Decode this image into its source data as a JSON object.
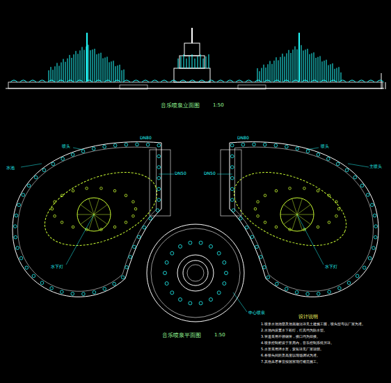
{
  "diagram": {
    "labels": [
      "音乐喷泉立面图",
      "1:50",
      "音乐喷泉平面图",
      "1:50",
      "设计说明",
      "1.喷泉水池池壁及池底做法详见土建施工图，喷头型号以厂家为准。",
      "2.水池内设置水下彩灯，灯具均为防水型。",
      "3.管道采用不锈钢管，接口均为焊接。",
      "4.喷泉控制柜设于泵房内，音乐控制系统另详。",
      "5.水泵采用潜水泵，安装详见厂家说明。",
      "6.各喷头间距及高度以现场调试为准。",
      "7.其他未尽事宜按国家现行规范施工。",
      "水池",
      "喷头",
      "水下灯",
      "喷头",
      "水下灯",
      "主喷头",
      "DN50",
      "DN50",
      "DN80",
      "DN80",
      "中心喷泉"
    ]
  }
}
